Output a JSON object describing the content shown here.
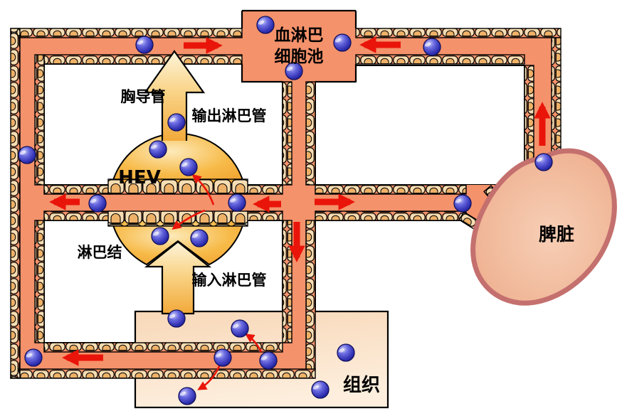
{
  "diagram": {
    "type": "lymphocyte-recirculation-schematic",
    "labels": {
      "blood_pool_line1": "血淋巴",
      "blood_pool_line2": "细胞池",
      "thoracic_duct": "胸导管",
      "efferent_lymphatic_vessel": "输出淋巴管",
      "hev": "HEV",
      "lymph_node": "淋巴结",
      "afferent_lymphatic_vessel": "输入淋巴管",
      "tissue": "组织",
      "spleen": "脾脏"
    },
    "colors": {
      "vessel_lumen": "#f4926b",
      "endothelial_cell": "#f7ddb2",
      "endothelial_cell_arch": "#eeb168",
      "lymph_node_light": "#fdeaba",
      "lymph_node_dark": "#f0a02c",
      "duct_light": "#fdf4da",
      "duct_dark": "#f2a93a",
      "tissue_light": "#fdeedd",
      "tissue_dark": "#f8d8b8",
      "spleen_fill": "#f2b896",
      "spleen_border": "#c4706e",
      "flow_arrow_red": "#ea150a",
      "lymphocyte_blue": "#3a3ac0",
      "outline_black": "#000000",
      "background": "#ffffff"
    }
  }
}
